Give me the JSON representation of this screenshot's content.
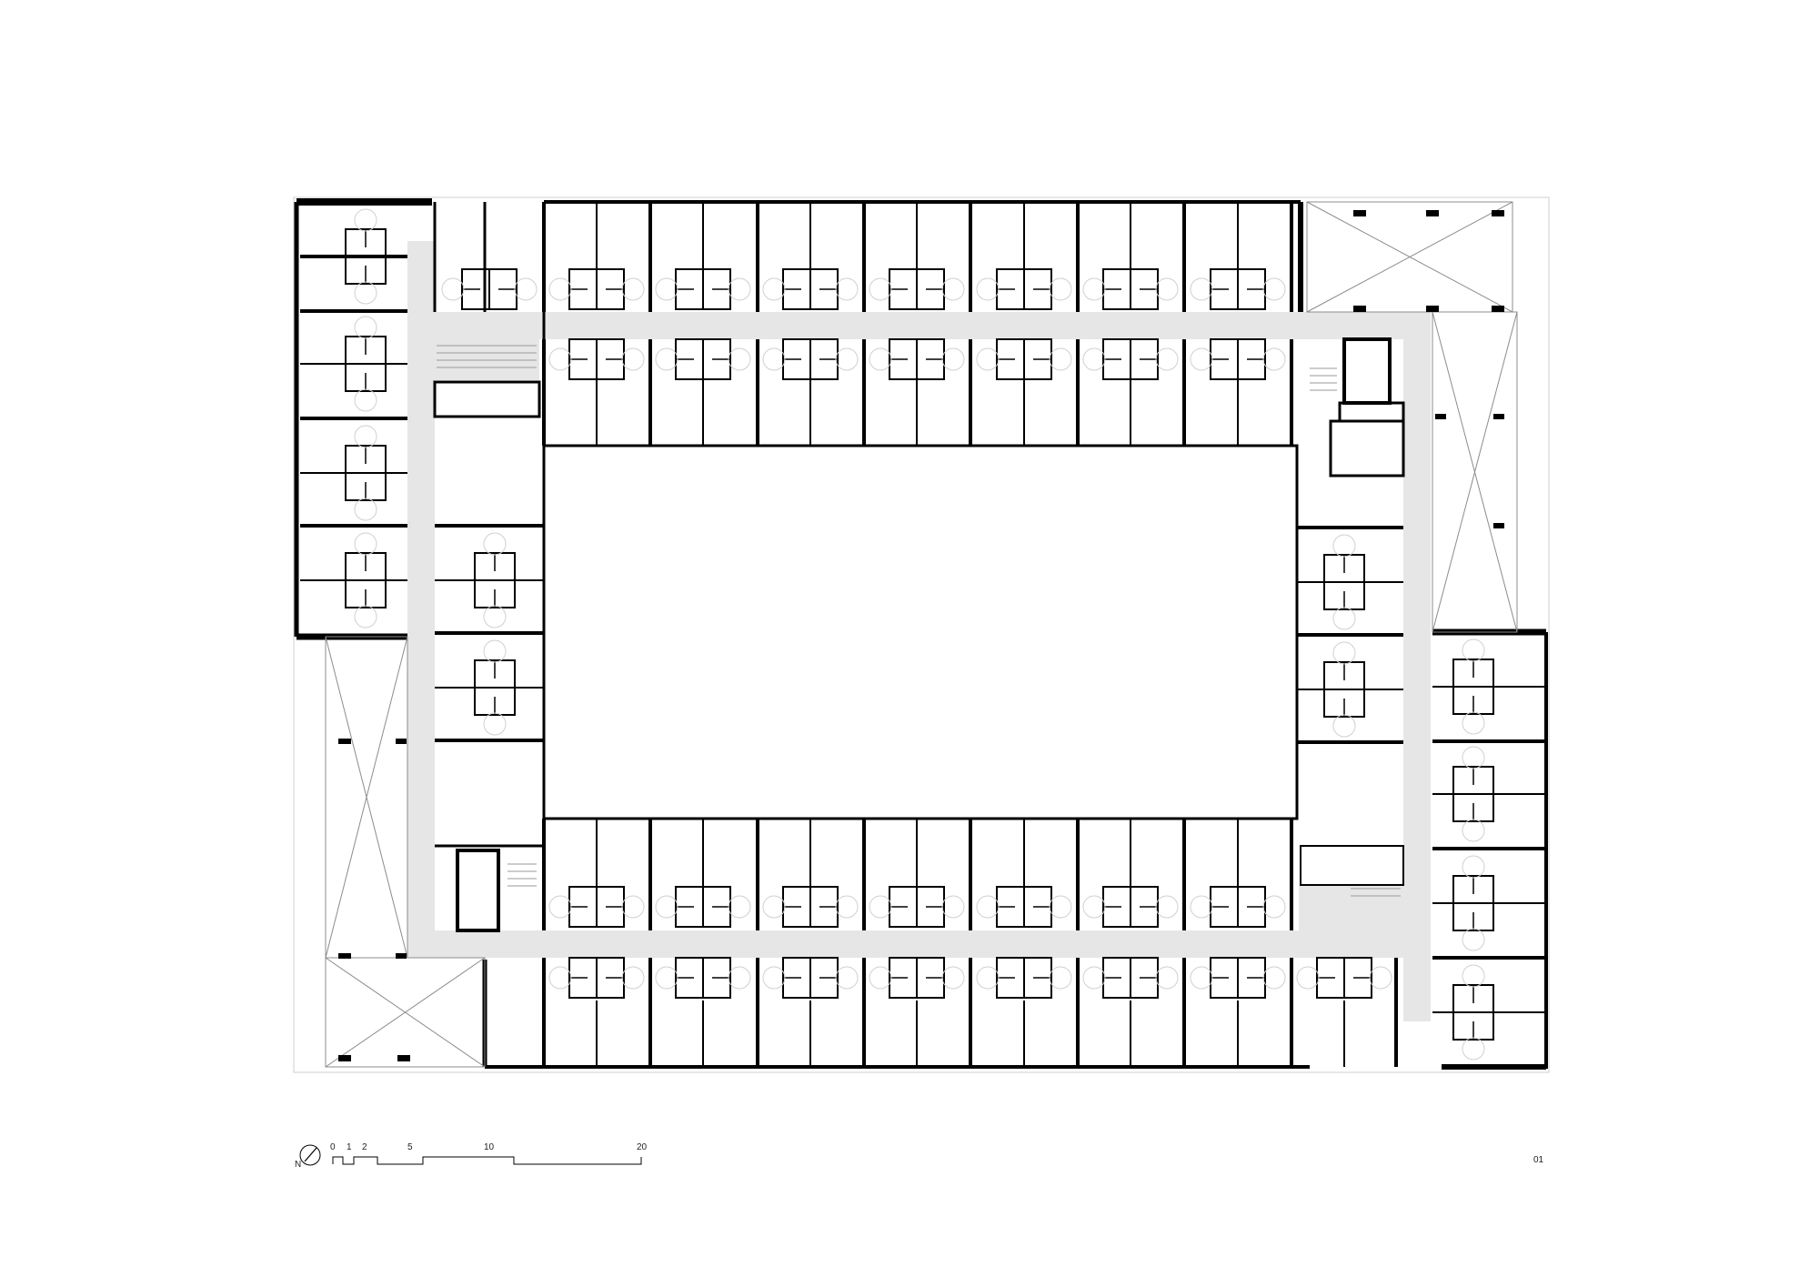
{
  "plan": {
    "wall_color": "#000000",
    "corridor_color": "#e6e6e6",
    "thin_line_color": "#8c8c8c",
    "paper_color": "#ffffff",
    "top_units_count": 9,
    "side_units_count": 4
  },
  "north_arrow": {
    "label": "N",
    "icon": "north-arrow-icon"
  },
  "scale_bar": {
    "ticks": [
      "0",
      "1",
      "2",
      "5",
      "10",
      "20"
    ],
    "max_value": 20
  },
  "sheet_number": "01"
}
